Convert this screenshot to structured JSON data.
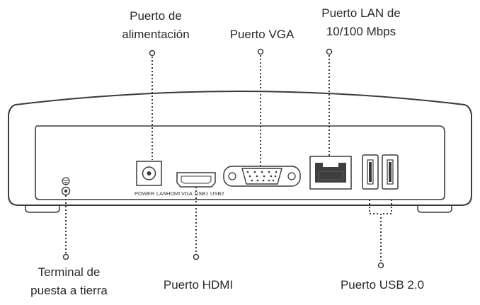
{
  "callouts": {
    "power": {
      "line1": "Puerto de",
      "line2": "alimentación"
    },
    "vga": {
      "line1": "Puerto VGA"
    },
    "lan": {
      "line1": "Puerto LAN de",
      "line2": "10/100 Mbps"
    },
    "ground": {
      "line1": "Terminal de",
      "line2": "puesta a tierra"
    },
    "hdmi": {
      "line1": "Puerto HDMI"
    },
    "usb": {
      "line1": "Puerto USB 2.0"
    }
  },
  "port_labels": {
    "power": "POWER",
    "lan": "LAN",
    "hdmi": "HDMI",
    "vga": "VGA",
    "usb1": "USB1",
    "usb2": "USB2"
  },
  "colors": {
    "outline": "#3a3a3a",
    "body_fill": "#ffffff",
    "lan_jack": "#3f3f3f"
  }
}
